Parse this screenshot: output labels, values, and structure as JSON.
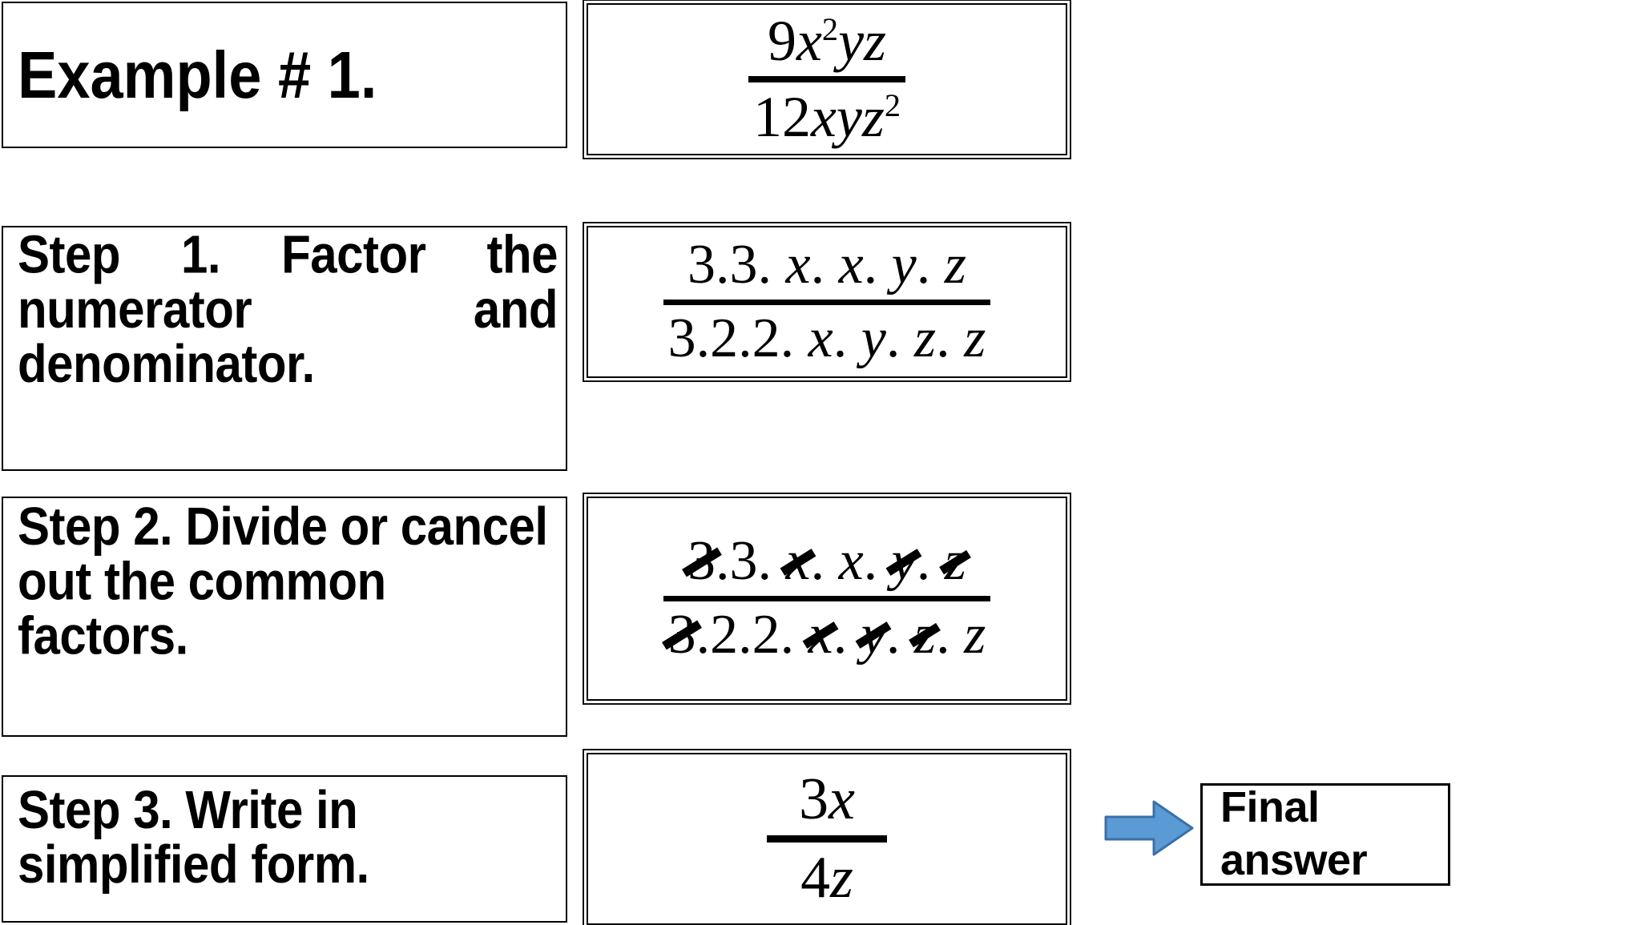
{
  "page": {
    "title": "Example # 1. Simplifying a rational expression",
    "background": "#ffffff",
    "ink": "#000000"
  },
  "rows": [
    {
      "id": "example",
      "label": "Example # 1.",
      "math_label": "9x^2yz / 12xyz^2"
    },
    {
      "id": "step1",
      "label": "Step 1. Factor the numerator and denominator.",
      "math_label": "3.3. x. x. y. z  over  3.2.2. x. y. z. z"
    },
    {
      "id": "step2",
      "label": "Step 2. Divide or cancel out the common factors.",
      "math_label": "cancelled factors"
    },
    {
      "id": "step3",
      "label": "Step 3. Write in simplified form.",
      "math_label": "3x / 4z"
    }
  ],
  "math": {
    "original": {
      "numerator": [
        {
          "text": "9",
          "kind": "number"
        },
        {
          "text": "x",
          "kind": "variable"
        },
        {
          "text": "2",
          "kind": "exponent"
        },
        {
          "text": "y",
          "kind": "variable"
        },
        {
          "text": "z",
          "kind": "variable"
        }
      ],
      "denominator": [
        {
          "text": "12",
          "kind": "number"
        },
        {
          "text": "x",
          "kind": "variable"
        },
        {
          "text": "y",
          "kind": "variable"
        },
        {
          "text": "z",
          "kind": "variable"
        },
        {
          "text": "2",
          "kind": "exponent"
        }
      ],
      "numerator_plain": "9x²yz",
      "denominator_plain": "12xyz²"
    },
    "factored": {
      "numerator_plain": "3.3. x. x. y. z",
      "denominator_plain": "3.2.2. x. y. z. z",
      "numerator_tokens": [
        {
          "text": "3",
          "kind": "number",
          "cancelled": false
        },
        {
          "text": ".",
          "kind": "dot",
          "cancelled": false
        },
        {
          "text": "3",
          "kind": "number",
          "cancelled": false
        },
        {
          "text": ". ",
          "kind": "dot",
          "cancelled": false
        },
        {
          "text": "x",
          "kind": "variable",
          "cancelled": false
        },
        {
          "text": ". ",
          "kind": "dot",
          "cancelled": false
        },
        {
          "text": "x",
          "kind": "variable",
          "cancelled": false
        },
        {
          "text": ". ",
          "kind": "dot",
          "cancelled": false
        },
        {
          "text": "y",
          "kind": "variable",
          "cancelled": false
        },
        {
          "text": ". ",
          "kind": "dot",
          "cancelled": false
        },
        {
          "text": "z",
          "kind": "variable",
          "cancelled": false
        }
      ],
      "denominator_tokens": [
        {
          "text": "3",
          "kind": "number",
          "cancelled": false
        },
        {
          "text": ".",
          "kind": "dot",
          "cancelled": false
        },
        {
          "text": "2",
          "kind": "number",
          "cancelled": false
        },
        {
          "text": ".",
          "kind": "dot",
          "cancelled": false
        },
        {
          "text": "2",
          "kind": "number",
          "cancelled": false
        },
        {
          "text": ". ",
          "kind": "dot",
          "cancelled": false
        },
        {
          "text": "x",
          "kind": "variable",
          "cancelled": false
        },
        {
          "text": ". ",
          "kind": "dot",
          "cancelled": false
        },
        {
          "text": "y",
          "kind": "variable",
          "cancelled": false
        },
        {
          "text": ". ",
          "kind": "dot",
          "cancelled": false
        },
        {
          "text": "z",
          "kind": "variable",
          "cancelled": false
        },
        {
          "text": ". ",
          "kind": "dot",
          "cancelled": false
        },
        {
          "text": "z",
          "kind": "variable",
          "cancelled": false
        }
      ]
    },
    "cancelled": {
      "numerator_plain": "3.3. x. x. y. z",
      "denominator_plain": "3.2.2. x. y. z. z",
      "numerator_tokens": [
        {
          "text": "3",
          "kind": "number",
          "cancelled": true
        },
        {
          "text": ".",
          "kind": "dot",
          "cancelled": false
        },
        {
          "text": "3",
          "kind": "number",
          "cancelled": false
        },
        {
          "text": ". ",
          "kind": "dot",
          "cancelled": false
        },
        {
          "text": "x",
          "kind": "variable",
          "cancelled": true
        },
        {
          "text": ". ",
          "kind": "dot",
          "cancelled": false
        },
        {
          "text": "x",
          "kind": "variable",
          "cancelled": false
        },
        {
          "text": ". ",
          "kind": "dot",
          "cancelled": false
        },
        {
          "text": "y",
          "kind": "variable",
          "cancelled": true
        },
        {
          "text": ". ",
          "kind": "dot",
          "cancelled": false
        },
        {
          "text": "z",
          "kind": "variable",
          "cancelled": true
        }
      ],
      "denominator_tokens": [
        {
          "text": "3",
          "kind": "number",
          "cancelled": true
        },
        {
          "text": ".",
          "kind": "dot",
          "cancelled": false
        },
        {
          "text": "2",
          "kind": "number",
          "cancelled": false
        },
        {
          "text": ".",
          "kind": "dot",
          "cancelled": false
        },
        {
          "text": "2",
          "kind": "number",
          "cancelled": false
        },
        {
          "text": ". ",
          "kind": "dot",
          "cancelled": false
        },
        {
          "text": "x",
          "kind": "variable",
          "cancelled": true
        },
        {
          "text": ". ",
          "kind": "dot",
          "cancelled": false
        },
        {
          "text": "y",
          "kind": "variable",
          "cancelled": true
        },
        {
          "text": ". ",
          "kind": "dot",
          "cancelled": false
        },
        {
          "text": "z",
          "kind": "variable",
          "cancelled": true
        },
        {
          "text": ". ",
          "kind": "dot",
          "cancelled": false
        },
        {
          "text": "z",
          "kind": "variable",
          "cancelled": false
        }
      ]
    },
    "simplified": {
      "numerator_plain": "3x",
      "denominator_plain": "4z",
      "numerator_tokens": [
        {
          "text": "3",
          "kind": "number",
          "cancelled": false
        },
        {
          "text": "x",
          "kind": "variable",
          "cancelled": false
        }
      ],
      "denominator_tokens": [
        {
          "text": "4",
          "kind": "number",
          "cancelled": false
        },
        {
          "text": "z",
          "kind": "variable",
          "cancelled": false
        }
      ]
    }
  },
  "final": {
    "line1": "Final",
    "line2": "answer",
    "arrow_icon": "arrow-right-icon",
    "arrow_fill": "#5b9bd5",
    "arrow_stroke": "#3a6fa8"
  }
}
